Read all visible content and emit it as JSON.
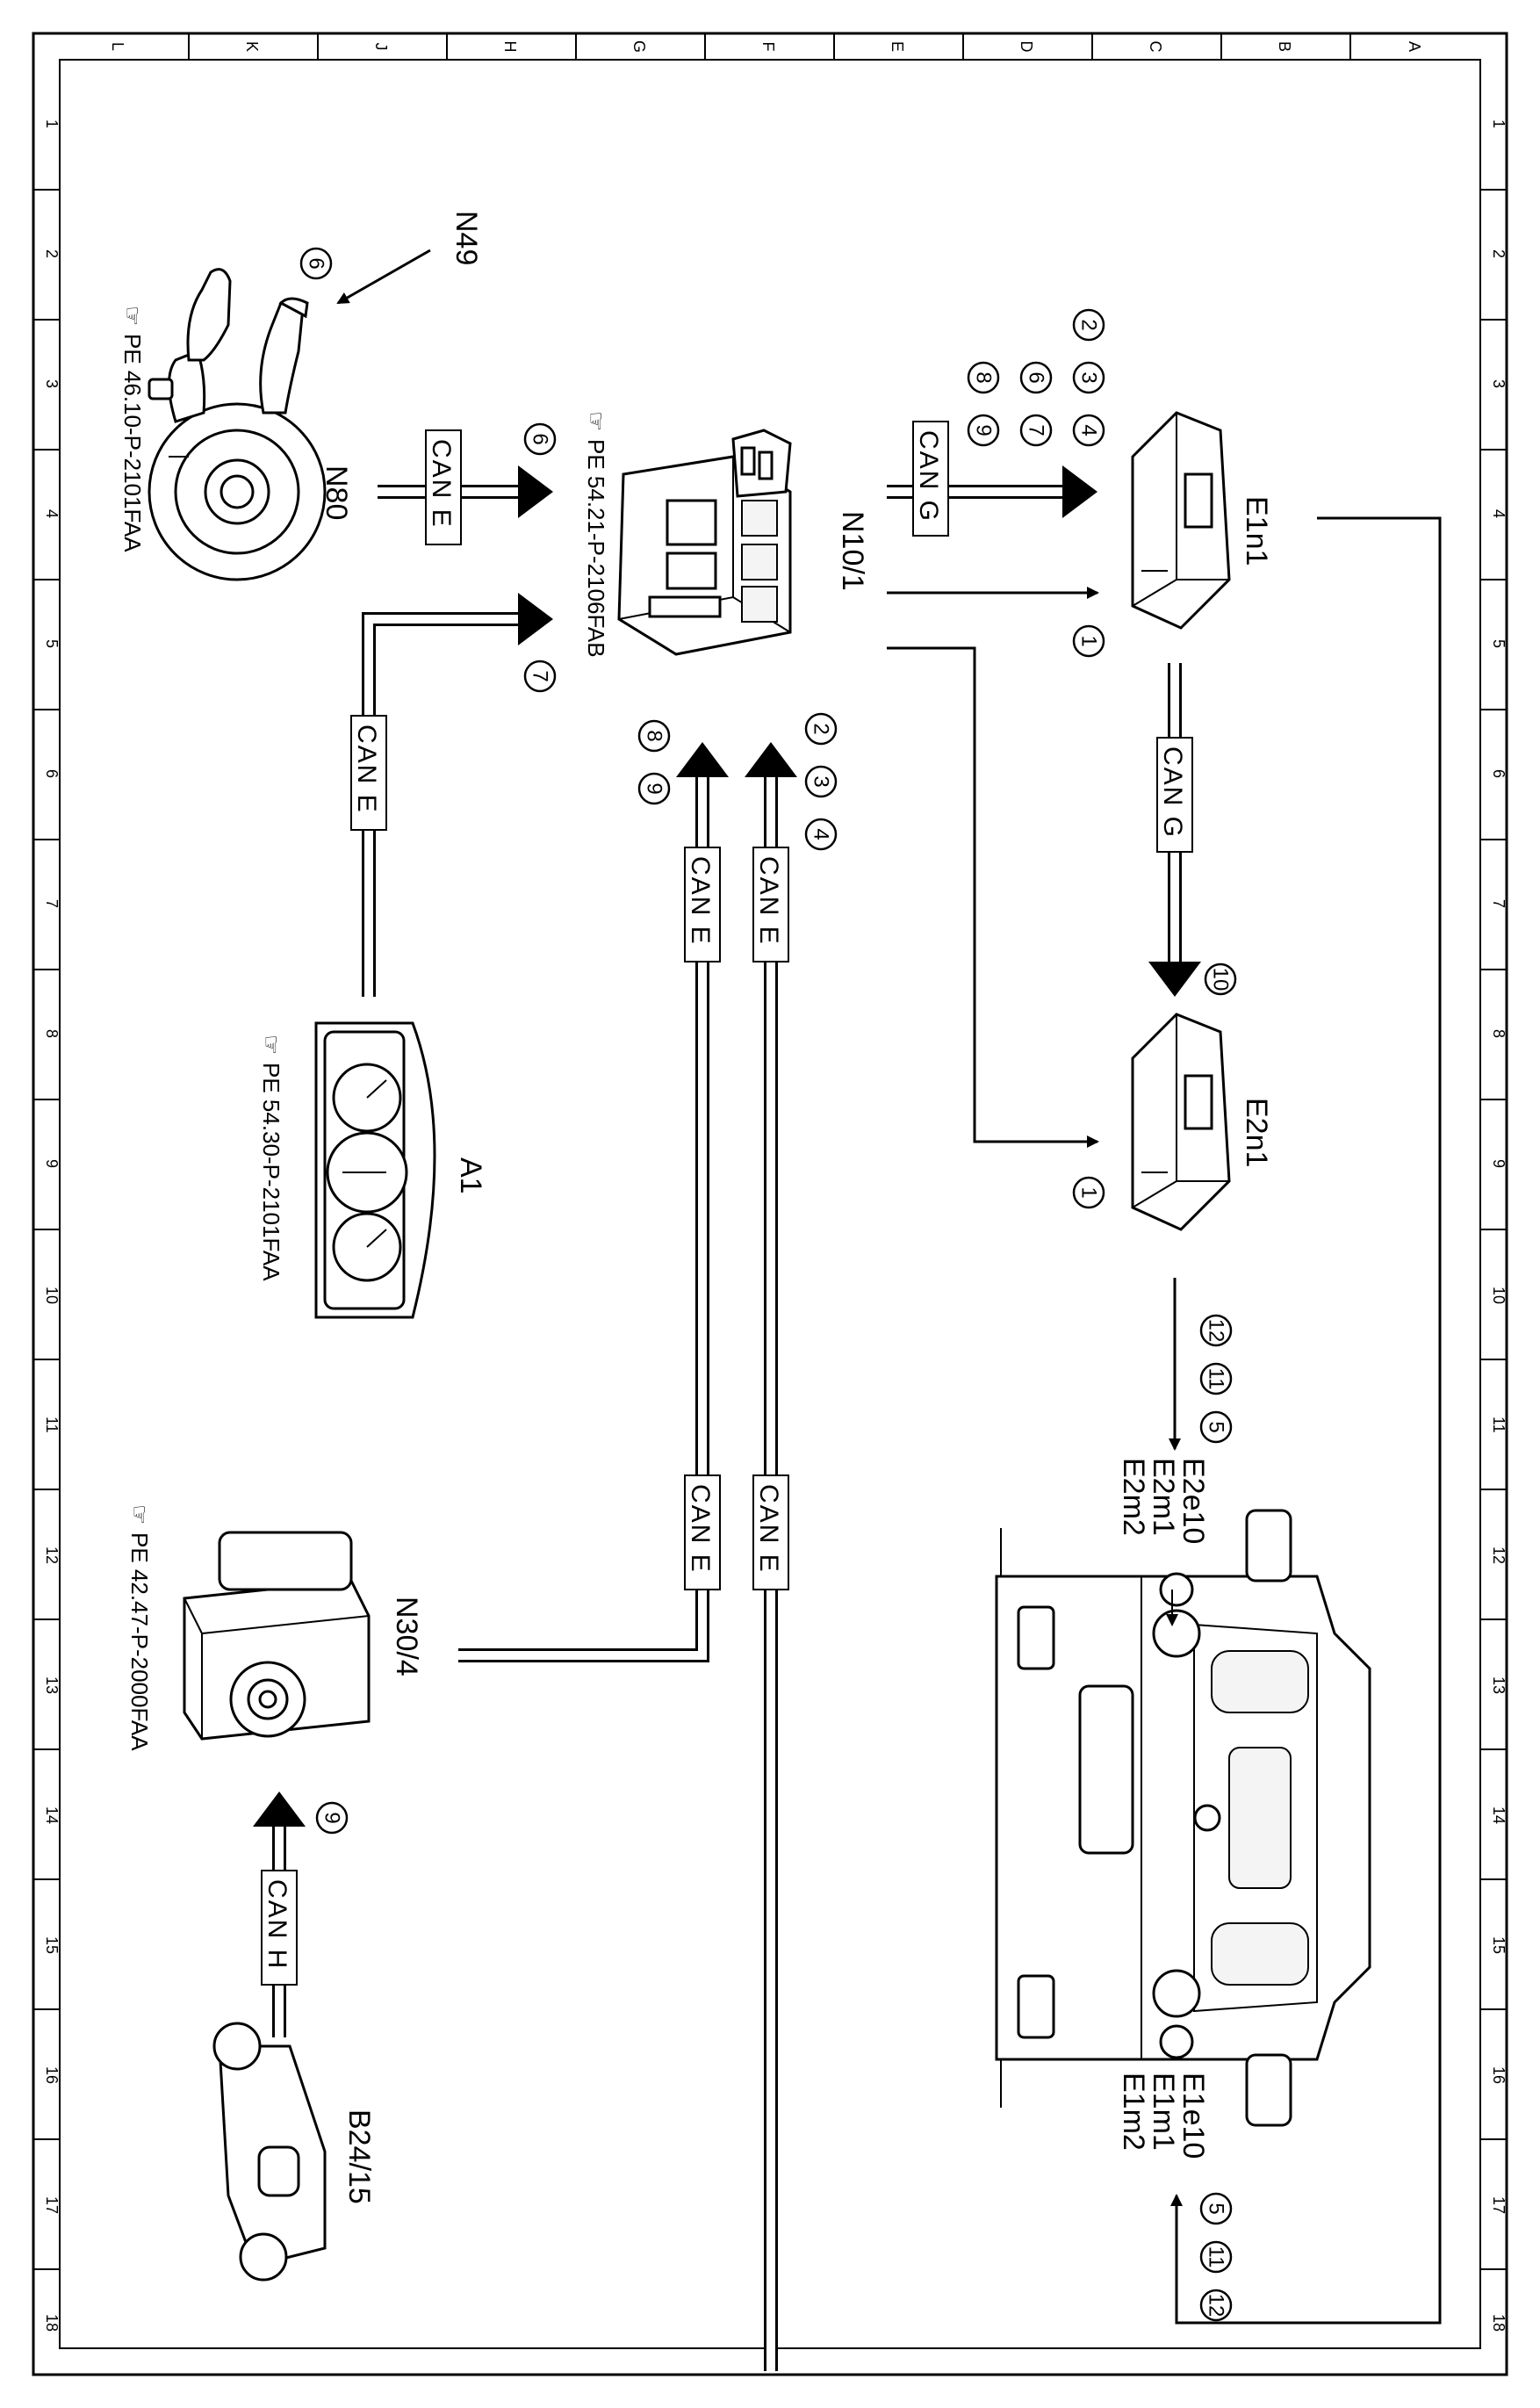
{
  "grid": {
    "columns": [
      "L",
      "K",
      "J",
      "H",
      "G",
      "F",
      "E",
      "D",
      "C",
      "B",
      "A"
    ],
    "rows": [
      "1",
      "2",
      "3",
      "4",
      "5",
      "6",
      "7",
      "8",
      "9",
      "10",
      "11",
      "12",
      "13",
      "14",
      "15",
      "16",
      "17",
      "18"
    ]
  },
  "components": {
    "N49": "N49",
    "N80": "N80",
    "N10_1": "N10/1",
    "E1n1": "E1n1",
    "E2n1": "E2n1",
    "A1": "A1",
    "N30_4": "N30/4",
    "B24_15": "B24/15",
    "E2_group": [
      "E2e10",
      "E2m1",
      "E2m2"
    ],
    "E1_group": [
      "E1e10",
      "E1m1",
      "E1m2"
    ]
  },
  "references": {
    "N80_ref": "PE 46.10-P-2101FAA",
    "N10_ref": "PE 54.21-P-2106FAB",
    "A1_ref": "PE 54.30-P-2101FAA",
    "N30_ref": "PE 42.47-P-2000FAA"
  },
  "bus_labels": {
    "can_e": "CAN E",
    "can_g": "CAN G",
    "can_h": "CAN H"
  },
  "signals": {
    "s1": "1",
    "s2": "2",
    "s3": "3",
    "s4": "4",
    "s5": "5",
    "s6": "6",
    "s7": "7",
    "s8": "8",
    "s9": "9",
    "s10": "10",
    "s11": "11",
    "s12": "12"
  }
}
